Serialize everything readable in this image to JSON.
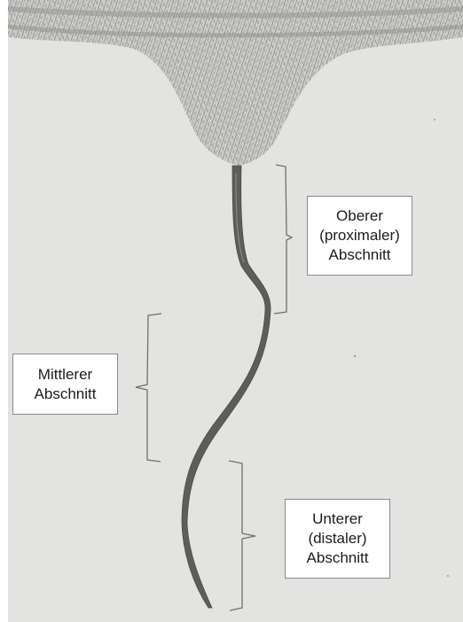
{
  "diagram": {
    "labels": {
      "upper": {
        "lines": [
          "Oberer",
          "(proximaler)",
          "Abschnitt"
        ]
      },
      "middle": {
        "lines": [
          "Mittlerer",
          "Abschnitt"
        ]
      },
      "lower": {
        "lines": [
          "Unterer",
          "(distaler)",
          "Abschnitt"
        ]
      }
    },
    "colors": {
      "background": "#e3e3e1",
      "ink": "#555555",
      "label_bg": "#ffffff",
      "label_border": "#8a8a8a"
    }
  }
}
